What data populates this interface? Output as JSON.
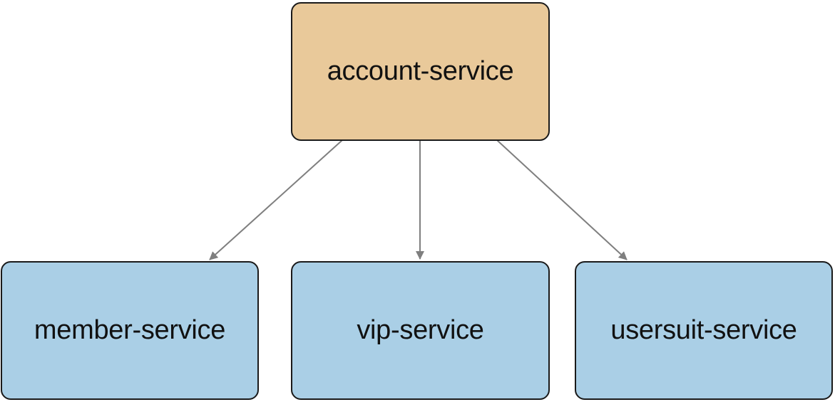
{
  "colors": {
    "root_fill": "#e9c99a",
    "child_fill": "#aacfe6",
    "edge": "#7f7f7f"
  },
  "nodes": {
    "root": {
      "label": "account-service"
    },
    "children": [
      {
        "label": "member-service"
      },
      {
        "label": "vip-service"
      },
      {
        "label": "usersuit-service"
      }
    ]
  },
  "edges": [
    {
      "from": "account-service",
      "to": "member-service"
    },
    {
      "from": "account-service",
      "to": "vip-service"
    },
    {
      "from": "account-service",
      "to": "usersuit-service"
    }
  ]
}
